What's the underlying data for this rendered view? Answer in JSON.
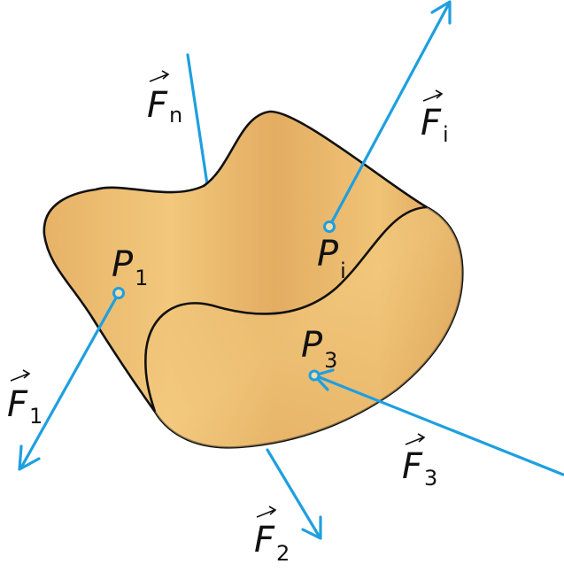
{
  "colors": {
    "body_fill_light": "#f2c87a",
    "body_fill_dark": "#dba55c",
    "outline": "#111111",
    "force": "#1e9fe0",
    "background": "#ffffff"
  },
  "labels": {
    "Fn": {
      "letter": "F",
      "sub": "n"
    },
    "Fi": {
      "letter": "F",
      "sub": "i"
    },
    "F1": {
      "letter": "F",
      "sub": "1"
    },
    "F2": {
      "letter": "F",
      "sub": "2"
    },
    "F3": {
      "letter": "F",
      "sub": "3"
    },
    "P1": {
      "letter": "P",
      "sub": "1"
    },
    "Pi": {
      "letter": "P",
      "sub": "i"
    },
    "P3": {
      "letter": "P",
      "sub": "3"
    }
  }
}
